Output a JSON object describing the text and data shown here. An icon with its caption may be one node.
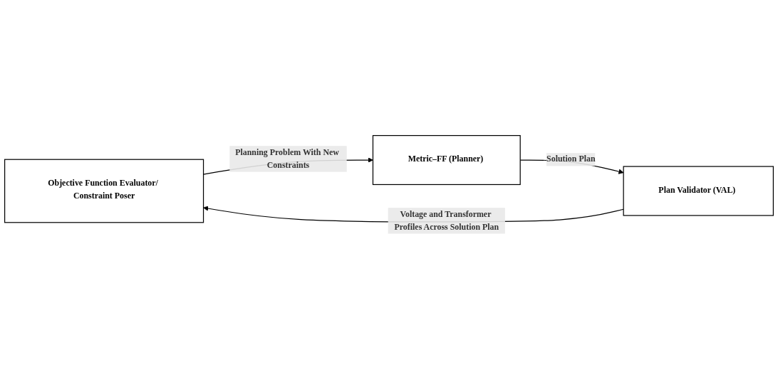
{
  "diagram": {
    "nodes": [
      {
        "text": [
          "Objective Function Evaluator/ Constraint Poser"
        ]
      },
      {
        "text": [
          "Plan Validator (VAL)"
        ]
      },
      {
        "text": [
          "Metric–FF (Planner)"
        ]
      }
    ],
    "edges": [
      {
        "from": 1,
        "to": 0,
        "arrow": "to",
        "label": "Voltage and Transformer Profiles Across Solution Plan"
      },
      {
        "from": 0,
        "to": 2,
        "arrow": "to",
        "label": "Planning Problem With New Constraints"
      },
      {
        "from": 2,
        "to": 1,
        "arrow": "to",
        "label": "Solution Plan"
      }
    ]
  }
}
